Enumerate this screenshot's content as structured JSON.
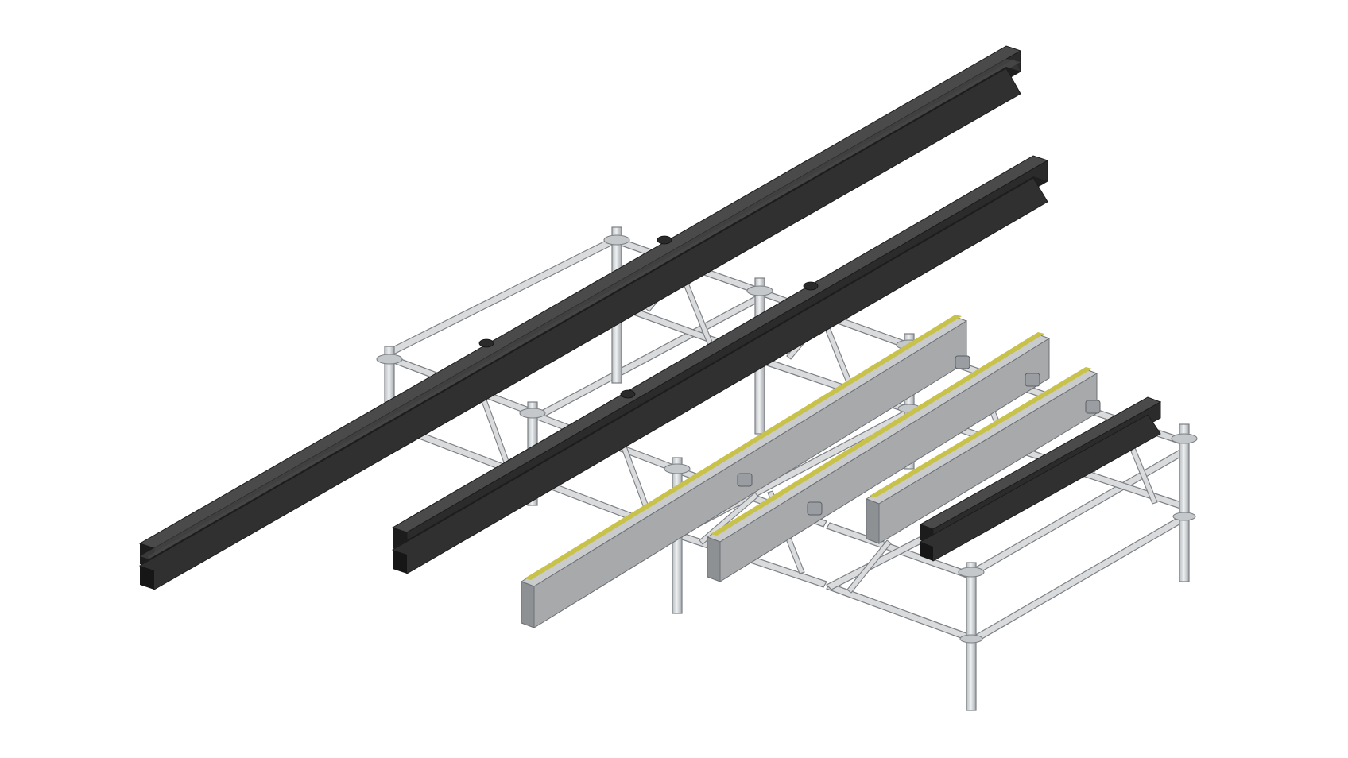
{
  "figure": {
    "title": "",
    "caption": "",
    "subject": "scaffolding-shoring-frame-with-steel-and-aluminium-beams"
  },
  "colors": {
    "background": "#ffffff",
    "tube": "#d6d8da",
    "tube_outline": "#7c8084",
    "tube_shadow": "#a9adb1",
    "steel_beam_top": "#4a4a4a",
    "steel_beam_side": "#2b2b2b",
    "steel_beam_dark": "#1c1c1c",
    "alu_beam_side": "#a7a9ab",
    "alu_beam_top": "#c9cbcd",
    "alu_beam_stripe": "#c8c24a",
    "clamp": "#9a9ea2"
  },
  "components": {
    "steel_beams": [
      "steel-beam-long-rear",
      "steel-beam-long-front",
      "steel-beam-short"
    ],
    "aluminium_beams": [
      "alu-beam-1",
      "alu-beam-2",
      "alu-beam-3"
    ],
    "frame_parts": [
      "standards",
      "ledgers",
      "diagonal-braces",
      "rosettes",
      "couplers"
    ]
  }
}
